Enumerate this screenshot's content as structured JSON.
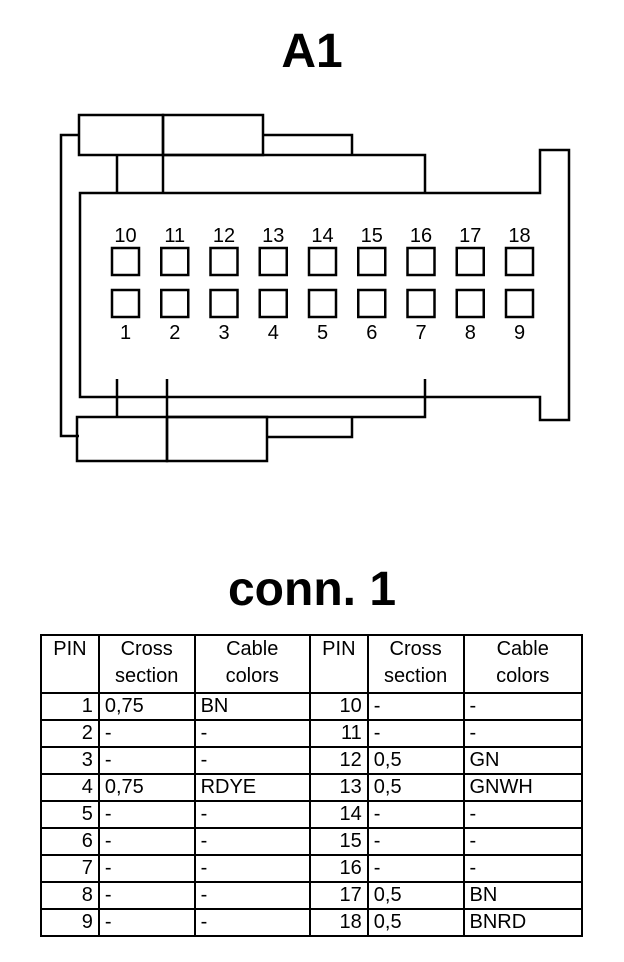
{
  "connector_title": "A1",
  "table_title": "conn. 1",
  "pin_labels_top": [
    "10",
    "11",
    "12",
    "13",
    "14",
    "15",
    "16",
    "17",
    "18"
  ],
  "pin_labels_bottom": [
    "1",
    "2",
    "3",
    "4",
    "5",
    "6",
    "7",
    "8",
    "9"
  ],
  "table": {
    "headers": [
      {
        "l1": "PIN",
        "l2": ""
      },
      {
        "l1": "Cross",
        "l2": "section"
      },
      {
        "l1": "Cable",
        "l2": "colors"
      },
      {
        "l1": "PIN",
        "l2": ""
      },
      {
        "l1": "Cross",
        "l2": "section"
      },
      {
        "l1": "Cable",
        "l2": "colors"
      }
    ],
    "rows": [
      [
        "1",
        "0,75",
        "BN",
        "10",
        "-",
        "-"
      ],
      [
        "2",
        "-",
        "-",
        "11",
        "-",
        "-"
      ],
      [
        "3",
        "-",
        "-",
        "12",
        "0,5",
        "GN"
      ],
      [
        "4",
        "0,75",
        "RDYE",
        "13",
        "0,5",
        "GNWH"
      ],
      [
        "5",
        "-",
        "-",
        "14",
        "-",
        "-"
      ],
      [
        "6",
        "-",
        "-",
        "15",
        "-",
        "-"
      ],
      [
        "7",
        "-",
        "-",
        "16",
        "-",
        "-"
      ],
      [
        "8",
        "-",
        "-",
        "17",
        "0,5",
        "BN"
      ],
      [
        "9",
        "-",
        "-",
        "18",
        "0,5",
        "BNRD"
      ]
    ]
  }
}
